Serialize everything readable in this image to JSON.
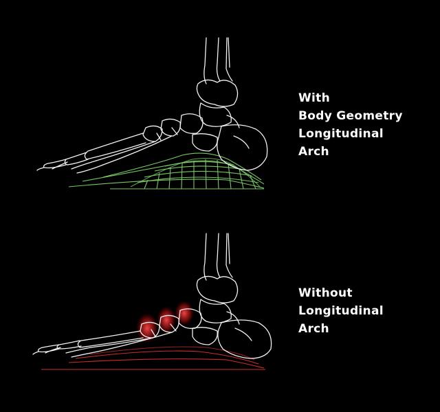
{
  "panels": [
    {
      "id": "with-arch",
      "caption_lines": [
        "With",
        "Body Geometry",
        "Longitudinal",
        "Arch"
      ],
      "accent_color": "#7fd46a"
    },
    {
      "id": "without-arch",
      "caption_lines": [
        "Without",
        "Longitudinal",
        "Arch"
      ],
      "accent_color": "#e23434"
    }
  ],
  "colors": {
    "background": "#000000",
    "bone_outline": "#ffffff",
    "text": "#ffffff",
    "supported_arch": "#7fd46a",
    "collapsed_arch": "#e23434",
    "stress_glow": "#ff3b3b"
  },
  "icons": [
    "foot-skeleton-icon",
    "arch-support-insole-icon",
    "flat-insole-icon",
    "stress-highlight-icon"
  ]
}
